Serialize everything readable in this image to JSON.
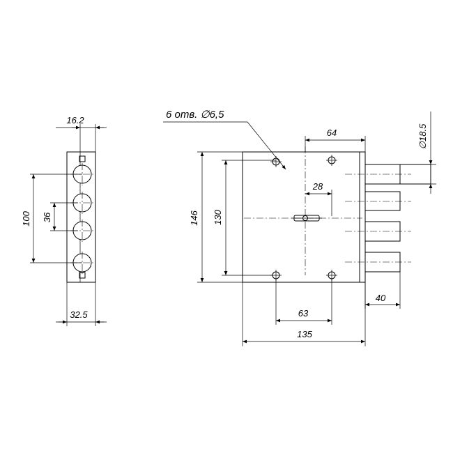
{
  "side_view": {
    "dims": {
      "top_width": "16.2",
      "height_100": "100",
      "pitch_36": "36",
      "base_width": "32.5"
    }
  },
  "front_view": {
    "hole_note": "6 отв. ∅6,5",
    "dims": {
      "height_146": "146",
      "height_130": "130",
      "width_64": "64",
      "width_28": "28",
      "width_63": "63",
      "width_135": "135",
      "bolt_length_40": "40",
      "bolt_diameter": "∅18.5"
    }
  }
}
